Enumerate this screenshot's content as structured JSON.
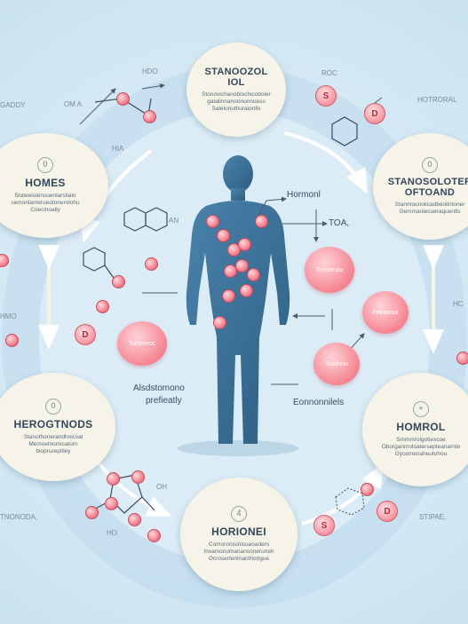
{
  "center_labels": {
    "hormonl": "Hormonl",
    "toa": "TOA,",
    "alsd": "Alsdstomono",
    "prefix": "prefieatly",
    "bottom": "Eonnonnilels"
  },
  "nodes": [
    {
      "id": "top",
      "title": "STANOOZOL IOL",
      "body": "Stonovichanoblochicoboler gatalinnanoonunnuess Salelonuthuraionlls",
      "number": ""
    },
    {
      "id": "right-upper",
      "title": "STANOSOLOTER OFTOAND",
      "body": "Stanmounolicadbeolintoner Gemmaniecueraquentls",
      "number": "0"
    },
    {
      "id": "left-upper",
      "title": "HOMES",
      "body": "Stateeluiensuenlarstialo semonlanterueotonerolohu Coecinoally",
      "number": "0"
    },
    {
      "id": "left-lower",
      "title": "HEROGTNODS",
      "body": "Stanothorierandhnicval Memoelnomicatorn bioprurepitley",
      "number": "0"
    },
    {
      "id": "bottom",
      "title": "HORIONEI",
      "body": "Comoronisinicueoaders Invamonomanansoneruneh Ocrosertenmanthorigue",
      "number": "4"
    },
    {
      "id": "right-lower",
      "title": "HOMROL",
      "body": "Smmmrolgotiexcoe Oborganmoloatersepteanarnte Gycemenaheutohou",
      "number": "+"
    }
  ],
  "outer_labels": {
    "gaddy": "GADDY",
    "oma": "OM A",
    "hdo": "HDO",
    "hia": "HIA",
    "roc": "ROC",
    "hotror": "HOTRORAL",
    "hmo": "HMO",
    "hc": "HC",
    "tnonod": "TNONODA,",
    "stipae": "STIPAE,",
    "oh": "OH",
    "ho": "HO",
    "an": "AN"
  },
  "pills": [
    {
      "id": "pill-tomo",
      "label": "Tomrenaa"
    },
    {
      "id": "pill-fesnd",
      "label": "Feoaonol"
    },
    {
      "id": "pill-left",
      "label": "Tomrenoc"
    },
    {
      "id": "pill-sealing",
      "label": "Soalhnu"
    }
  ],
  "atom_tags": {
    "s": "S",
    "d": "D"
  },
  "colors": {
    "body": "#3a6d94",
    "accent": "#f17c8a",
    "ring": "#bfdaeb"
  }
}
